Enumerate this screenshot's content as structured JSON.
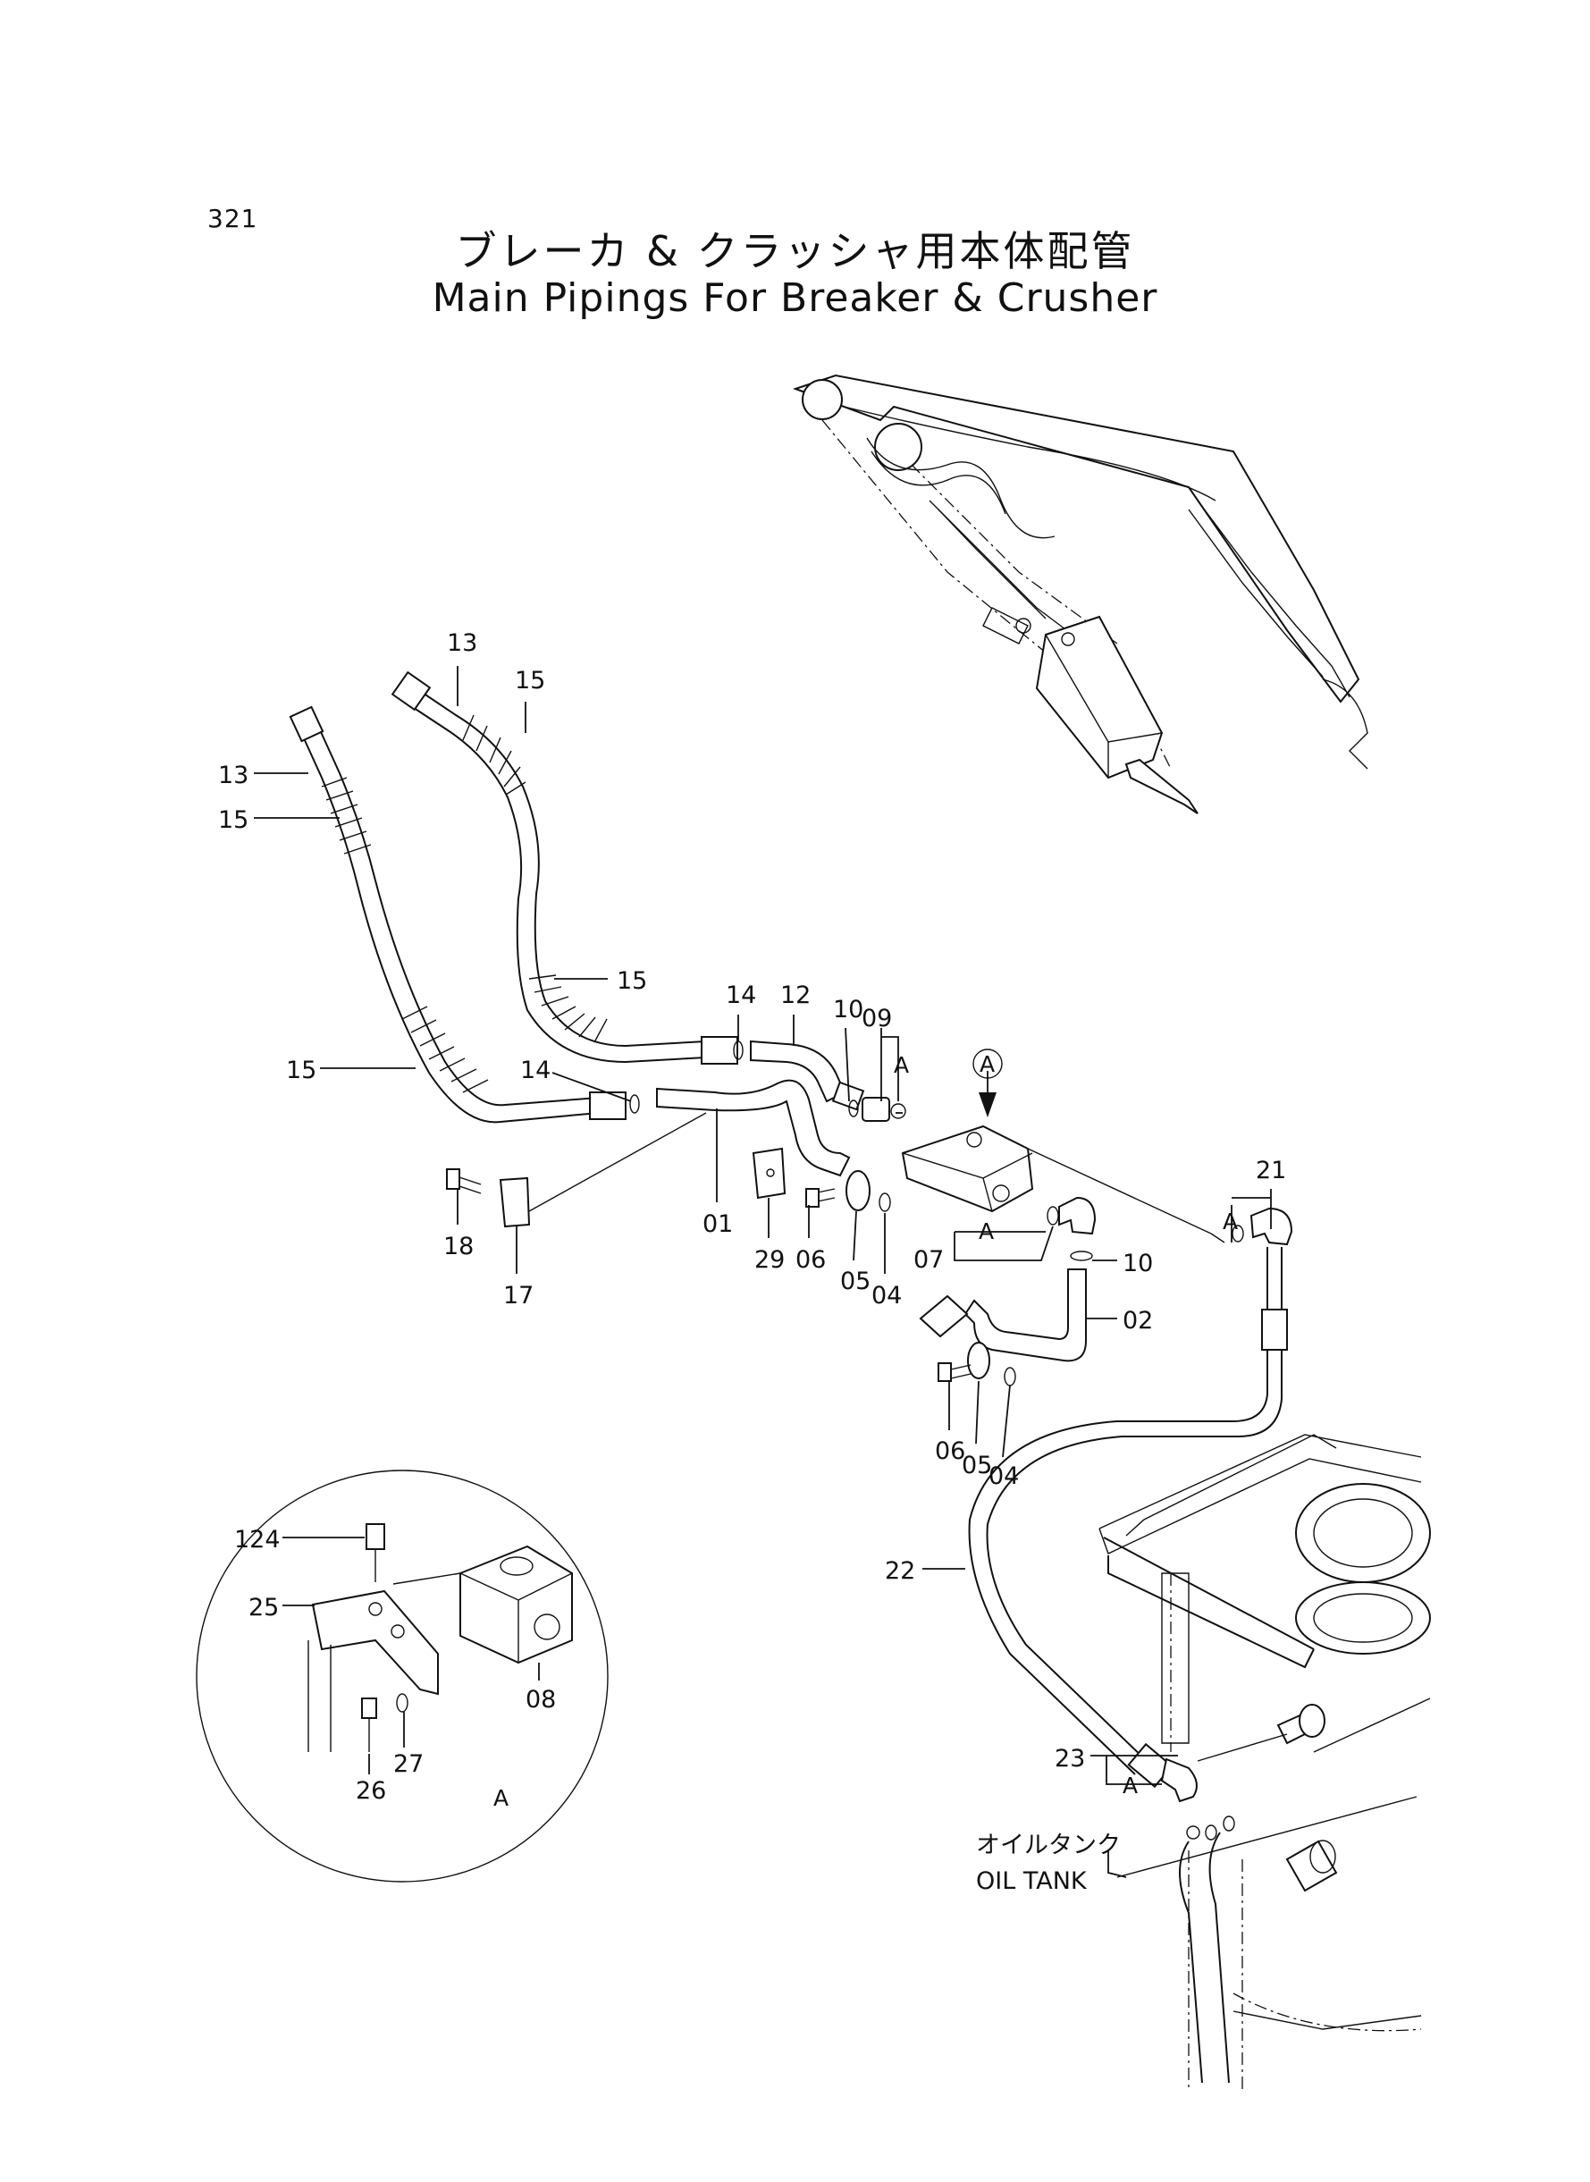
{
  "page_number": "321",
  "title_jp": "ブレーカ & クラッシャ用本体配管",
  "title_en": "Main Pipings For Breaker & Crusher",
  "callouts": {
    "c13a": "13",
    "c15a": "15",
    "c13b": "13",
    "c15b": "15",
    "c15c": "15",
    "c15d": "15",
    "c14a": "14",
    "c12": "12",
    "c10a": "10",
    "c09": "09",
    "cA1": "A",
    "c14b": "14",
    "c21": "21",
    "cA2": "A",
    "c18": "18",
    "c17": "17",
    "c01": "01",
    "c29": "29",
    "c06a": "06",
    "c05a": "05",
    "c04a": "04",
    "c07": "07",
    "cA3": "A",
    "c10b": "10",
    "c02": "02",
    "c06b": "06",
    "c05b": "05",
    "c04b": "04",
    "c22": "22",
    "c23": "23",
    "cA4": "A",
    "c124": "124",
    "c25": "25",
    "c08": "08",
    "c26": "26",
    "c27": "27",
    "detail_label": "A",
    "view_marker": "A"
  },
  "oil_tank_jp": "オイルタンク",
  "oil_tank_en": "OIL TANK"
}
